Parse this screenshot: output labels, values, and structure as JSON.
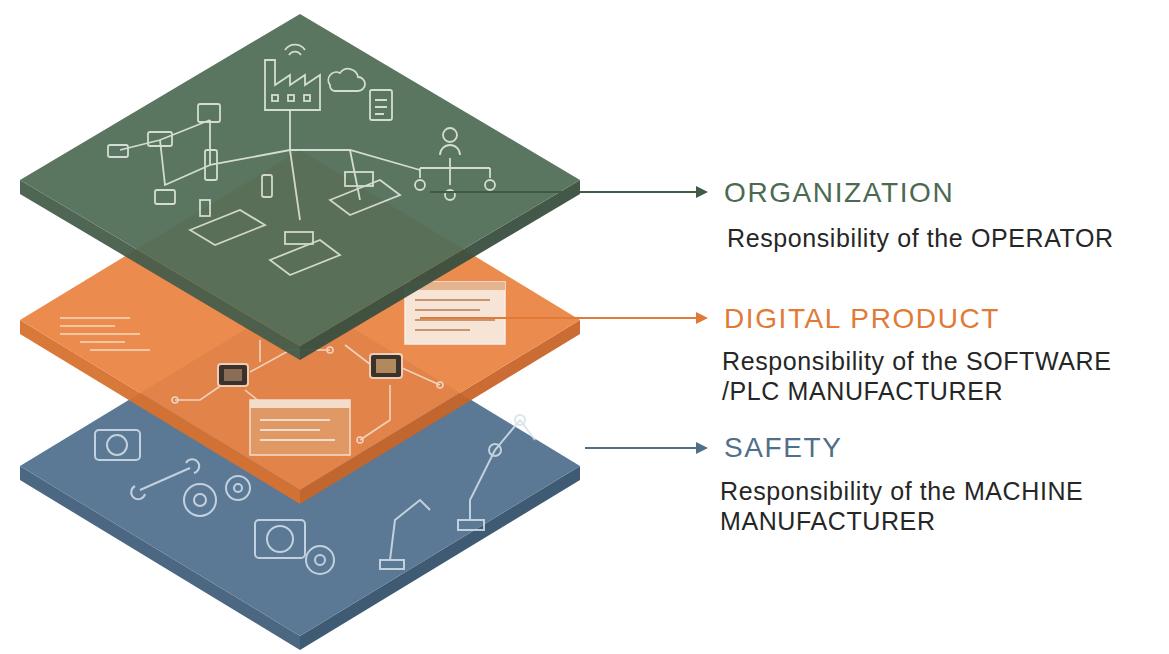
{
  "diagram": {
    "labels": [
      "ORGANIZATION",
      "Responsibility of the OPERATOR",
      "DIGITAL PRODUCT",
      "Responsibility of the SOFTWARE /PLC MANUFACTURER",
      "SAFETY",
      "Responsibility of the MACHINE MANUFACTURER"
    ]
  }
}
